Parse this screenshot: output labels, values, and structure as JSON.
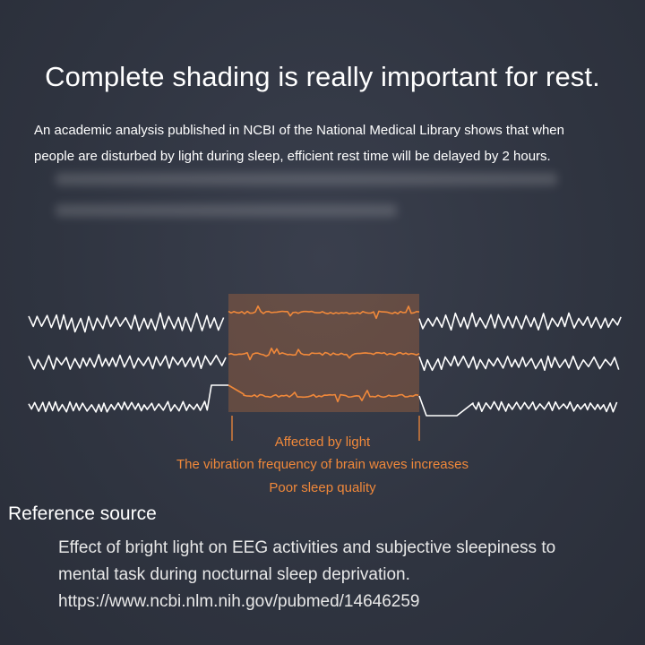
{
  "headline": "Complete shading is really important for rest.",
  "intro": {
    "line1": "An academic analysis published in NCBI of the National Medical Library shows that when",
    "line2": "people are disturbed by light during sleep, efficient rest time will be delayed by 2 hours."
  },
  "figure": {
    "caption1": "Affected by light",
    "caption2": "The vibration frequency of brain waves increases",
    "caption3": "Poor sleep quality"
  },
  "reference": {
    "title": "Reference source",
    "line1": "Effect of bright light on EEG activities and subjective sleepiness to",
    "line2": "mental task during nocturnal sleep deprivation.",
    "line3": "https://www.ncbi.nlm.nih.gov/pubmed/14646259"
  },
  "colors": {
    "background": "#2f3440",
    "highlight": "#f0883a",
    "wave": "#ffffff"
  }
}
